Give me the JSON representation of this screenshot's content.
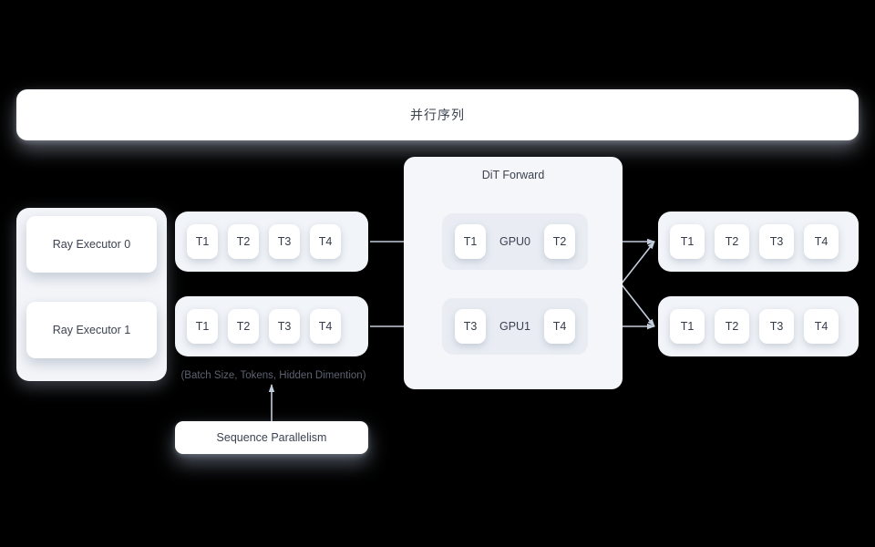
{
  "banner": {
    "label": "并行序列"
  },
  "executors": {
    "items": [
      {
        "label": "Ray Executor 0"
      },
      {
        "label": "Ray Executor 1"
      }
    ]
  },
  "input_rows": [
    {
      "name": "input-row-0",
      "tokens": [
        "T1",
        "T2",
        "T3",
        "T4"
      ]
    },
    {
      "name": "input-row-1",
      "tokens": [
        "T1",
        "T2",
        "T3",
        "T4"
      ]
    }
  ],
  "dit": {
    "title": "DiT Forward",
    "rows": [
      {
        "left_token": "T1",
        "label": "GPU0",
        "right_token": "T2"
      },
      {
        "left_token": "T3",
        "label": "GPU1",
        "right_token": "T4"
      }
    ]
  },
  "output_rows": [
    {
      "name": "output-row-0",
      "tokens": [
        "T1",
        "T2",
        "T3",
        "T4"
      ]
    },
    {
      "name": "output-row-1",
      "tokens": [
        "T1",
        "T2",
        "T3",
        "T4"
      ]
    }
  ],
  "notes": {
    "dimension_note": "(Batch Size, Tokens, Hidden Dimention)",
    "sequence_parallelism": "Sequence Parallelism"
  },
  "colors": {
    "page_background": "#000000",
    "panel": "#f4f6fa",
    "group": "#f1f4f8",
    "gpu_row": "#e9edf3",
    "chip": "#ffffff",
    "text": "#3c4250",
    "arrow": "#c3ccda"
  }
}
